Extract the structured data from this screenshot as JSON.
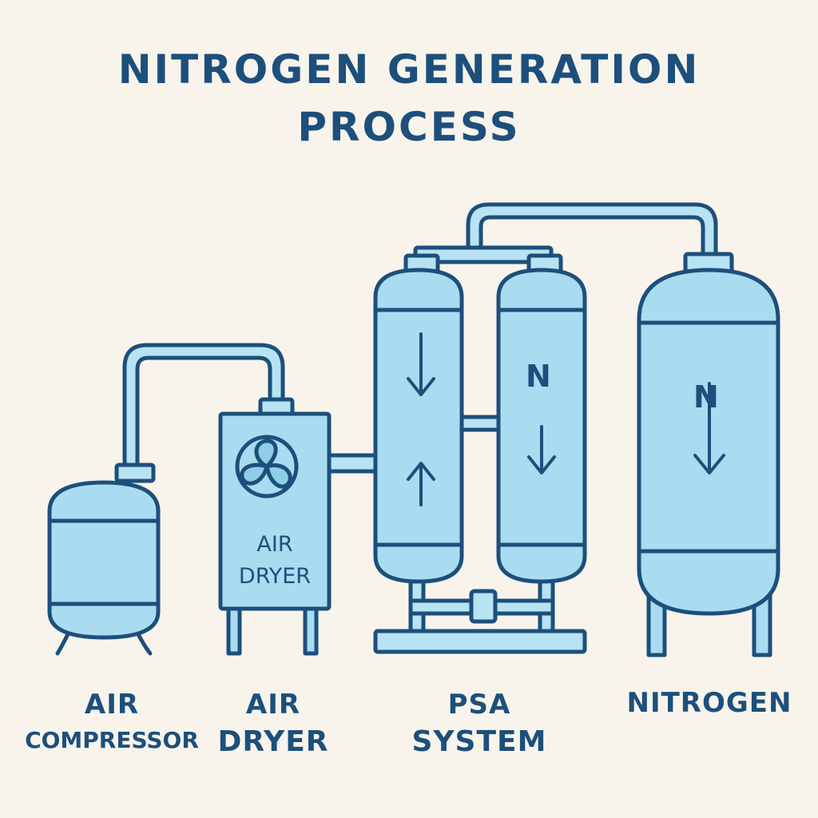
{
  "title": {
    "line1": "NITROGEN GENERATION",
    "line2": "PROCESS"
  },
  "labels": {
    "compressor": {
      "line1": "AIR",
      "line2": "COMPRESSOR"
    },
    "dryer": {
      "line1": "AIR",
      "line2": "DRYER"
    },
    "psa": {
      "line1": "PSA",
      "line2": "SYSTEM"
    },
    "nitrogen": {
      "line1": "NITROGEN"
    }
  },
  "dryer_panel": {
    "line1": "AIR",
    "line2": "DRYER"
  },
  "vessel_marks": {
    "psa_right": "N",
    "storage": "N"
  },
  "colors": {
    "background": "#f8f4ec",
    "outline": "#1d4f7c",
    "vessel_fill": "#a9dcf0",
    "vessel_shade": "#8fcde8",
    "pipe_fill": "#b8e3f3"
  }
}
